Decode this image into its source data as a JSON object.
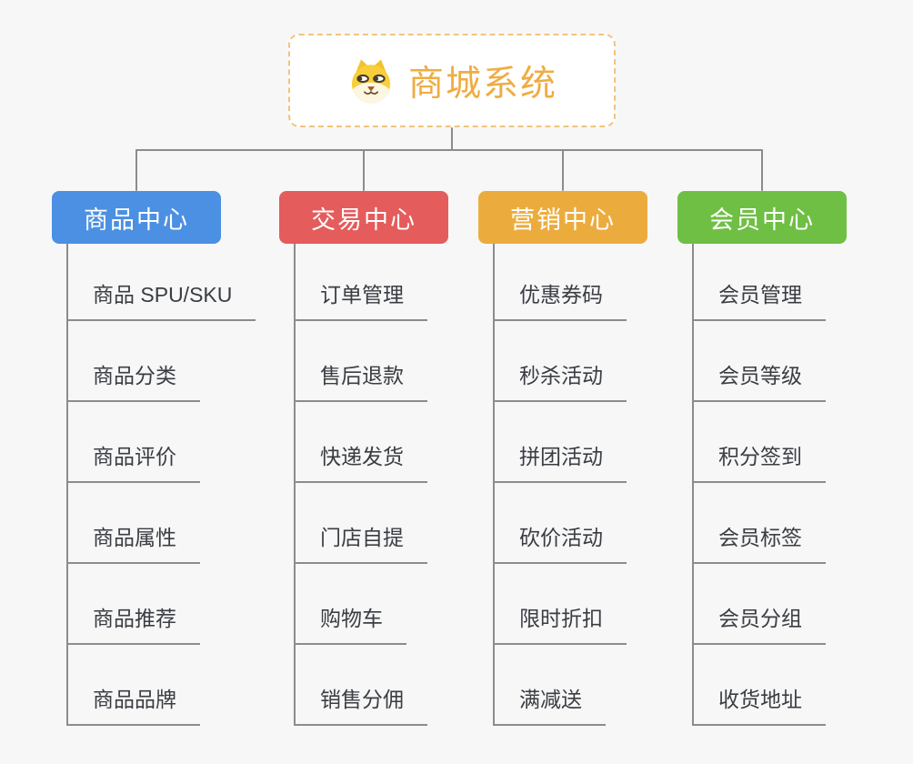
{
  "root": {
    "title": "商城系统",
    "icon": "shiba-dog-icon",
    "text_color": "#efac42",
    "border_color": "#f1c47e"
  },
  "connector_color": "#8c8c8c",
  "branches": [
    {
      "label": "商品中心",
      "color": "#4b90e2",
      "items": [
        "商品 SPU/SKU",
        "商品分类",
        "商品评价",
        "商品属性",
        "商品推荐",
        "商品品牌"
      ]
    },
    {
      "label": "交易中心",
      "color": "#e45c5c",
      "items": [
        "订单管理",
        "售后退款",
        "快递发货",
        "门店自提",
        "购物车",
        "销售分佣"
      ]
    },
    {
      "label": "营销中心",
      "color": "#ecac3d",
      "items": [
        "优惠券码",
        "秒杀活动",
        "拼团活动",
        "砍价活动",
        "限时折扣",
        "满减送"
      ]
    },
    {
      "label": "会员中心",
      "color": "#6fbf44",
      "items": [
        "会员管理",
        "会员等级",
        "积分签到",
        "会员标签",
        "会员分组",
        "收货地址"
      ]
    }
  ]
}
